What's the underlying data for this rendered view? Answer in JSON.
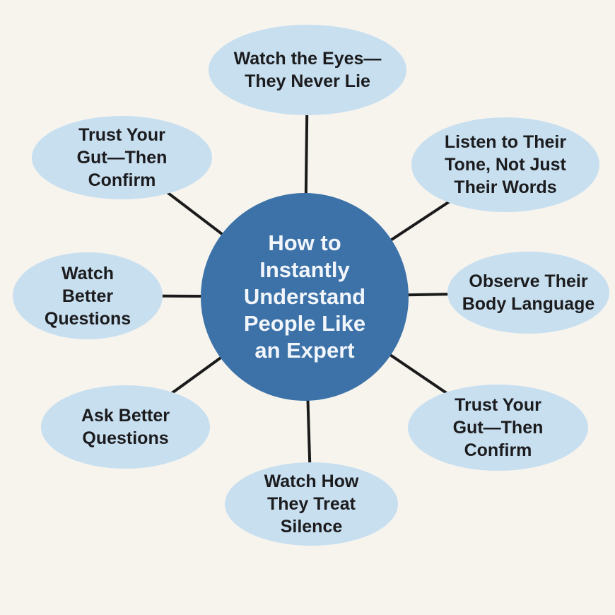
{
  "diagram": {
    "hub": {
      "label": "How to\nInstantly\nUnderstand\nPeople Like\nan Expert"
    },
    "nodes": [
      {
        "id": "top",
        "label": "Watch the Eyes—\nThey Never Lie"
      },
      {
        "id": "top-right",
        "label": "Listen to Their\nTone, Not Just\nTheir Words"
      },
      {
        "id": "right",
        "label": "Observe Their\nBody Language"
      },
      {
        "id": "bottom-right",
        "label": "Trust Your\nGut—Then\nConfirm"
      },
      {
        "id": "bottom",
        "label": "Watch How\nThey Treat\nSilence"
      },
      {
        "id": "bottom-left",
        "label": "Ask Better\nQuestions"
      },
      {
        "id": "left",
        "label": "Watch\nBetter\nQuestions"
      },
      {
        "id": "top-left",
        "label": "Trust Your\nGut—Then\nConfirm"
      }
    ],
    "colors": {
      "background": "#f7f4ee",
      "node_fill": "#c8dff0",
      "hub_fill": "#3c72a8",
      "hub_text": "#f2f6fb",
      "node_text": "#1c1c1e",
      "connector": "#1a1a1a"
    }
  }
}
